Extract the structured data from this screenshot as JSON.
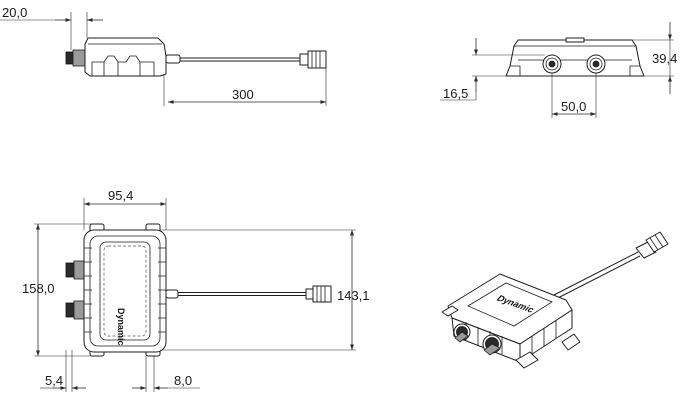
{
  "drawing": {
    "dimensions": {
      "connector_offset": "20,0",
      "cable_length": "300",
      "height_total": "39,4",
      "connector_height": "16,5",
      "connector_spacing": "50,0",
      "width": "95,4",
      "length_total": "158,0",
      "mount_spacing": "143,1",
      "flange_offset": "5,4",
      "mount_hole_offset": "8,0"
    },
    "logo_text": "Dynamic"
  }
}
